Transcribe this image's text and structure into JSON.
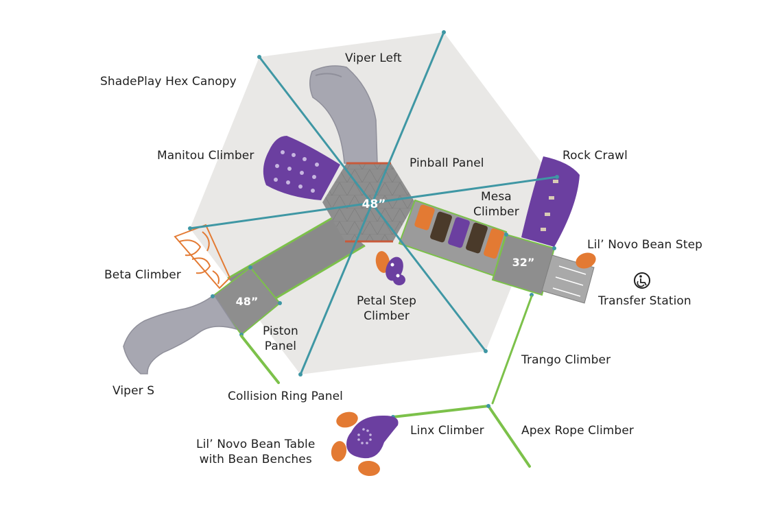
{
  "diagram": {
    "labels": {
      "viper_left": "Viper Left",
      "shadeplay_canopy": "ShadePlay Hex Canopy",
      "manitou_climber": "Manitou Climber",
      "pinball_panel": "Pinball Panel",
      "rock_crawl": "Rock Crawl",
      "mesa_climber": [
        "Mesa",
        "Climber"
      ],
      "lil_novo_bean_step": "Lil’ Novo Bean Step",
      "transfer_station": "Transfer Station",
      "beta_climber": "Beta Climber",
      "petal_step_climber": [
        "Petal Step",
        "Climber"
      ],
      "piston_panel": [
        "Piston",
        "Panel"
      ],
      "trango_climber": "Trango Climber",
      "viper_s": "Viper S",
      "collision_ring_panel": "Collision Ring Panel",
      "linx_climber": "Linx Climber",
      "apex_rope_climber": "Apex Rope Climber",
      "lil_novo_bean_table": [
        "Lil’ Novo Bean Table",
        "with Bean Benches"
      ]
    },
    "deck_heights": {
      "center": "48”",
      "left": "48”",
      "right": "32”"
    },
    "icons": {
      "accessibility": "wheelchair-accessible-icon"
    },
    "colors": {
      "canopy": "#e9e8e6",
      "pole": "#3f97a4",
      "deck": "#8e8e8e",
      "slide": "#a7a7b1",
      "purple": "#6b3fa0",
      "orange": "#e37a33",
      "green": "#7cc14a"
    }
  }
}
